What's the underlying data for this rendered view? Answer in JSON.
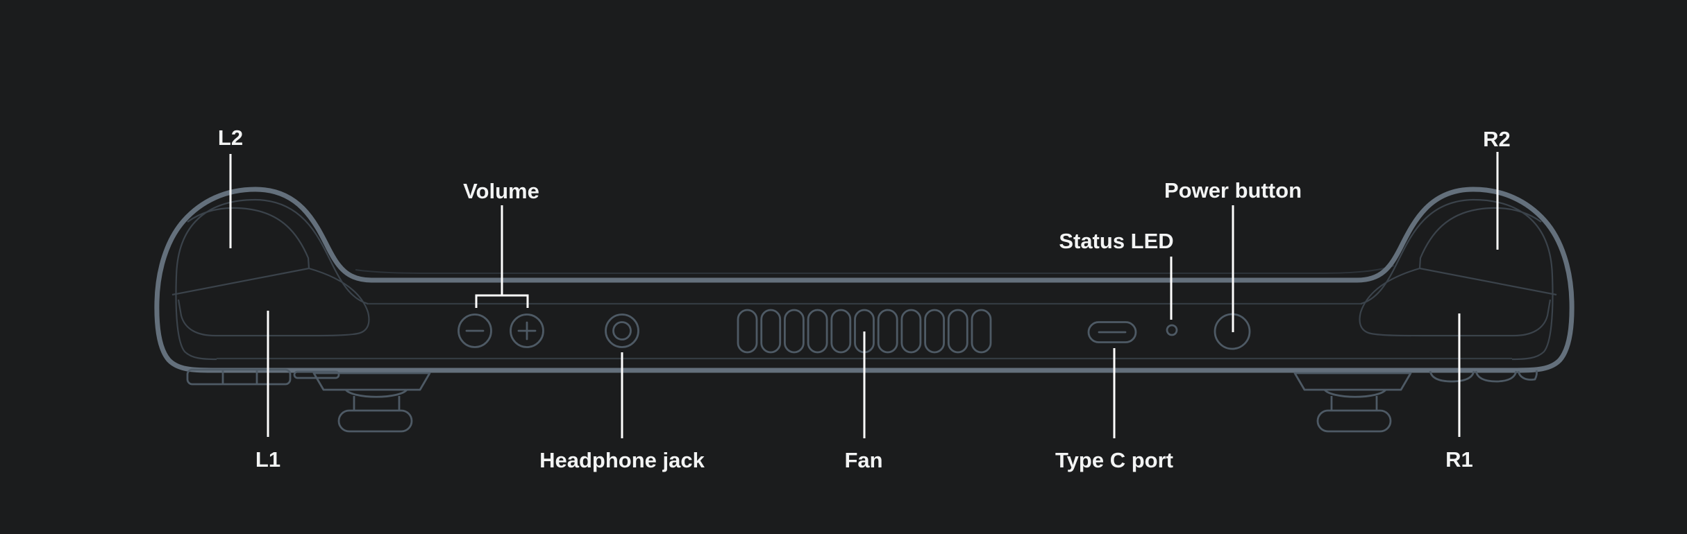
{
  "colors": {
    "background": "#1b1c1d",
    "outline_strong": "#64707c",
    "outline_mid": "#4e5a65",
    "outline_faint": "#343b42",
    "seam": "#3b434b",
    "topline": "#2d3339",
    "callout": "#ffffff",
    "label_text": "#f3f4f4"
  },
  "labels": {
    "l2": "L2",
    "r2": "R2",
    "l1": "L1",
    "r1": "R1",
    "volume": "Volume",
    "headphone_jack": "Headphone jack",
    "fan": "Fan",
    "status_led": "Status LED",
    "power_button": "Power button",
    "type_c_port": "Type C port"
  },
  "icons": {
    "volume_minus": "minus-icon",
    "volume_plus": "plus-icon",
    "headphone_jack": "circle-jack-icon",
    "type_c_port": "usb-c-pill-icon",
    "status_led": "dot-icon",
    "power_button": "circle-button-icon"
  },
  "fan": {
    "slot_count": 11
  }
}
